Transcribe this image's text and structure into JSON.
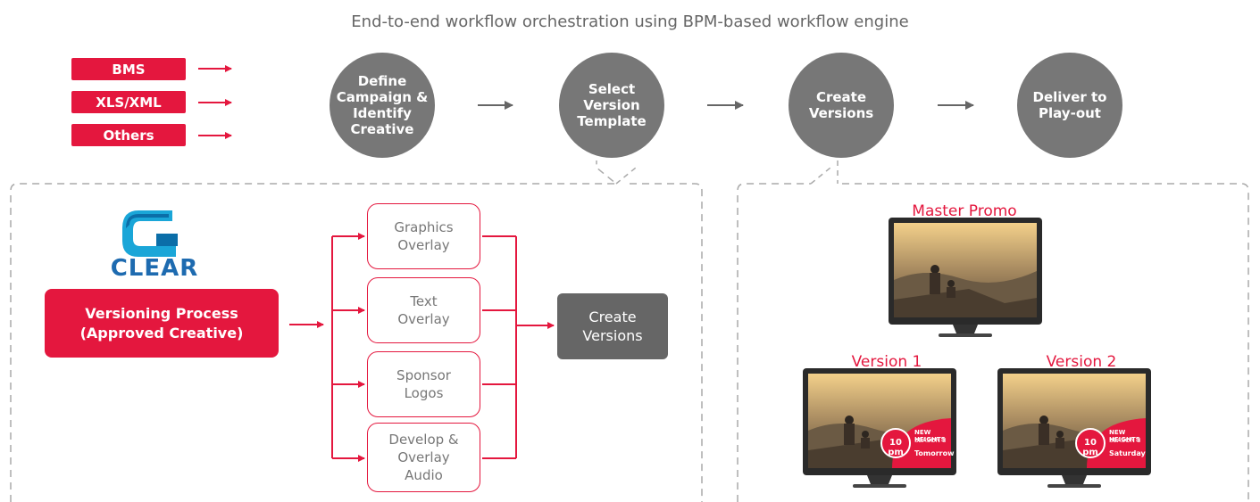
{
  "title": "End-to-end workflow orchestration using BPM-based workflow engine",
  "sources": [
    "BMS",
    "XLS/XML",
    "Others"
  ],
  "steps": [
    "Define\nCampaign &\nIdentify\nCreative",
    "Select\nVersion\nTemplate",
    "Create\nVersions",
    "Deliver to\nPlay-out"
  ],
  "brand": {
    "name": "CLEAR"
  },
  "versioning_process": "Versioning Process\n(Approved Creative)",
  "tasks": [
    "Graphics\nOverlay",
    "Text\nOverlay",
    "Sponsor\nLogos",
    "Develop &\nOverlay\nAudio"
  ],
  "create_versions": "Create\nVersions",
  "promos": {
    "master": "Master Promo",
    "version1": "Version 1",
    "version2": "Version 2"
  },
  "overlay": {
    "time": "10 pm",
    "show": "NEW HEIGHTS",
    "season": "SEASON 3",
    "day1": "Tomorrow",
    "day2": "Saturday"
  },
  "colors": {
    "accent": "#e4173e",
    "step": "#777777",
    "dark": "#666666",
    "dash": "#aaaaaa"
  }
}
